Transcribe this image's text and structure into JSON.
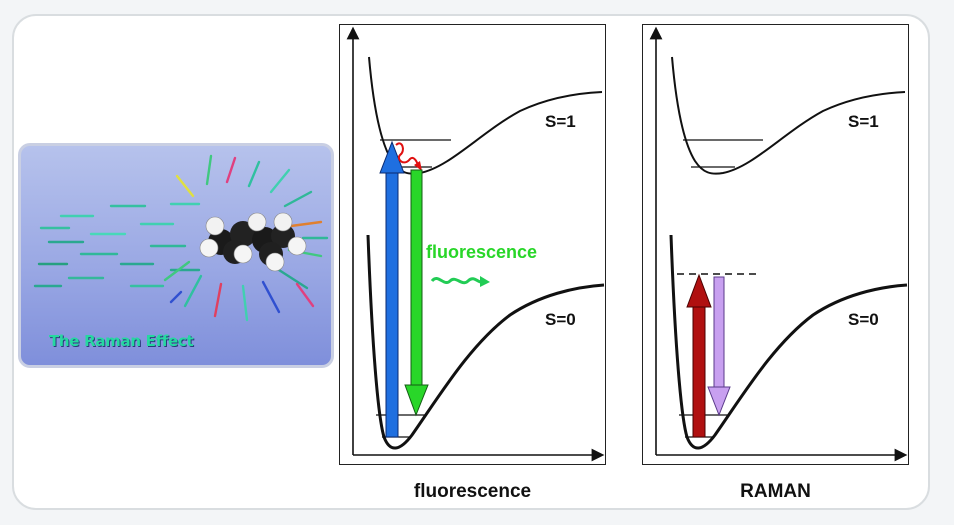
{
  "raman_card": {
    "title": "The Raman Effect"
  },
  "fluorescence_panel": {
    "upper_state": "S=1",
    "lower_state": "S=0",
    "annotation": "fluorescence",
    "caption": "fluorescence"
  },
  "raman_panel": {
    "upper_state": "S=1",
    "lower_state": "S=0",
    "caption": "RAMAN"
  },
  "colors": {
    "absorption_arrow": "#1f6fe0",
    "fluorescence_arrow": "#29d629",
    "raman_excitation_arrow": "#b01010",
    "raman_scatter_arrow": "#c8a0f0",
    "relaxation_squiggle": "#e01010",
    "emission_squiggle": "#22cc55"
  }
}
